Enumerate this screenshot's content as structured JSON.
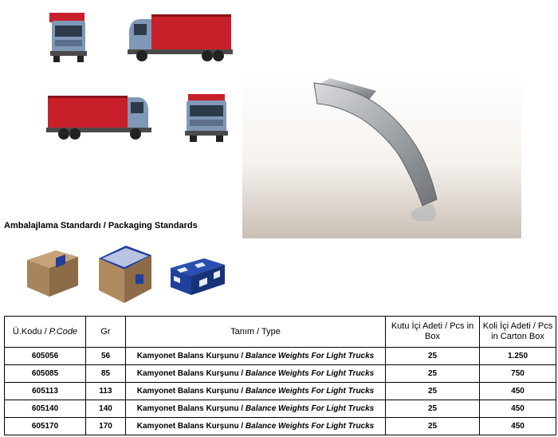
{
  "packaging": {
    "title": "Ambalajlama Standardı / Packaging Standards"
  },
  "table": {
    "headers": {
      "code_tr": "Ü.Kodu / ",
      "code_en": "P.Code",
      "gr": "Gr",
      "type": "Tanım / Type",
      "pcs_box": "Kutu İçi Adeti  /  Pcs in Box",
      "pcs_carton": "Koli İçi Adeti  /  Pcs in Carton Box"
    },
    "rows": [
      {
        "code": "605056",
        "gr": "56",
        "desc_tr": "Kamyonet Balans Kurşunu  /  ",
        "desc_en": "Balance Weights For Light Trucks",
        "pcs_box": "25",
        "pcs_carton": "1.250"
      },
      {
        "code": "605085",
        "gr": "85",
        "desc_tr": "Kamyonet Balans Kurşunu  /  ",
        "desc_en": "Balance Weights For Light Trucks",
        "pcs_box": "25",
        "pcs_carton": "750"
      },
      {
        "code": "605113",
        "gr": "113",
        "desc_tr": "Kamyonet Balans Kurşunu  /  ",
        "desc_en": "Balance Weights For Light Trucks",
        "pcs_box": "25",
        "pcs_carton": "450"
      },
      {
        "code": "605140",
        "gr": "140",
        "desc_tr": "Kamyonet Balans Kurşunu  /  ",
        "desc_en": "Balance Weights For Light Trucks",
        "pcs_box": "25",
        "pcs_carton": "450"
      },
      {
        "code": "605170",
        "gr": "170",
        "desc_tr": "Kamyonet Balans Kurşunu  /  ",
        "desc_en": "Balance Weights For Light Trucks",
        "pcs_box": "25",
        "pcs_carton": "450"
      }
    ]
  },
  "colors": {
    "truck_cargo": "#c8202a",
    "truck_cab": "#7f98b8",
    "box_brown": "#a8845c",
    "box_blue": "#1f3f9a"
  }
}
